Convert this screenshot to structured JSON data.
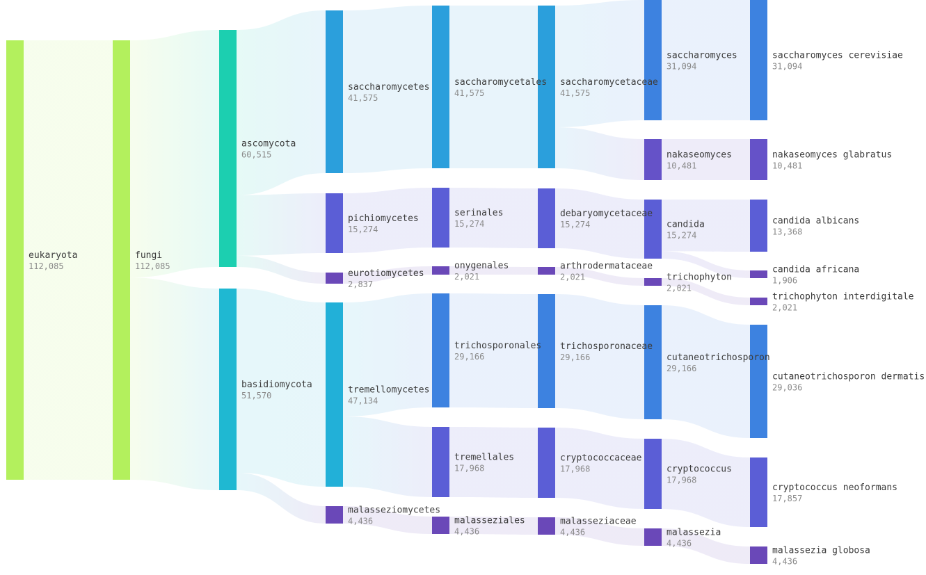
{
  "chart_data": {
    "type": "sankey",
    "nodes": [
      {
        "id": "eukaryota",
        "label": "eukaryota",
        "value": "112,085",
        "color": "#b3f05d"
      },
      {
        "id": "fungi",
        "label": "fungi",
        "value": "112,085",
        "color": "#b3f05d"
      },
      {
        "id": "ascomycota",
        "label": "ascomycota",
        "value": "60,515",
        "color": "#1ccfb0"
      },
      {
        "id": "basidiomycota",
        "label": "basidiomycota",
        "value": "51,570",
        "color": "#1fb8d2"
      },
      {
        "id": "saccharomycetes",
        "label": "saccharomycetes",
        "value": "41,575",
        "color": "#2b9fdc"
      },
      {
        "id": "pichiomycetes",
        "label": "pichiomycetes",
        "value": "15,274",
        "color": "#5b5ed6"
      },
      {
        "id": "eurotiomycetes",
        "label": "eurotiomycetes",
        "value": "2,837",
        "color": "#6a48b8"
      },
      {
        "id": "tremellomycetes",
        "label": "tremellomycetes",
        "value": "47,134",
        "color": "#22b0d8"
      },
      {
        "id": "malasseziomycetes",
        "label": "malasseziomycetes",
        "value": "4,436",
        "color": "#6a48b8"
      },
      {
        "id": "saccharomycetales",
        "label": "saccharomycetales",
        "value": "41,575",
        "color": "#2b9fdc"
      },
      {
        "id": "serinales",
        "label": "serinales",
        "value": "15,274",
        "color": "#5b5ed6"
      },
      {
        "id": "onygenales",
        "label": "onygenales",
        "value": "2,021",
        "color": "#6a48b8"
      },
      {
        "id": "trichosporonales",
        "label": "trichosporonales",
        "value": "29,166",
        "color": "#3d82e0"
      },
      {
        "id": "tremellales",
        "label": "tremellales",
        "value": "17,968",
        "color": "#5b5ed6"
      },
      {
        "id": "malasseziales",
        "label": "malasseziales",
        "value": "4,436",
        "color": "#6a48b8"
      },
      {
        "id": "saccharomycetaceae",
        "label": "saccharomycetaceae",
        "value": "41,575",
        "color": "#2b9fdc"
      },
      {
        "id": "debaryomycetaceae",
        "label": "debaryomycetaceae",
        "value": "15,274",
        "color": "#5b5ed6"
      },
      {
        "id": "arthrodermataceae",
        "label": "arthrodermataceae",
        "value": "2,021",
        "color": "#6a48b8"
      },
      {
        "id": "trichosporonaceae",
        "label": "trichosporonaceae",
        "value": "29,166",
        "color": "#3d82e0"
      },
      {
        "id": "cryptococcaceae",
        "label": "cryptococcaceae",
        "value": "17,968",
        "color": "#5b5ed6"
      },
      {
        "id": "malasseziaceae",
        "label": "malasseziaceae",
        "value": "4,436",
        "color": "#6a48b8"
      },
      {
        "id": "saccharomyces",
        "label": "saccharomyces",
        "value": "31,094",
        "color": "#3d82e0"
      },
      {
        "id": "nakaseomyces",
        "label": "nakaseomyces",
        "value": "10,481",
        "color": "#6552c8"
      },
      {
        "id": "candida",
        "label": "candida",
        "value": "15,274",
        "color": "#5b5ed6"
      },
      {
        "id": "trichophyton",
        "label": "trichophyton",
        "value": "2,021",
        "color": "#6a48b8"
      },
      {
        "id": "cutaneotrichosporon",
        "label": "cutaneotrichosporon",
        "value": "29,166",
        "color": "#3d82e0"
      },
      {
        "id": "cryptococcus",
        "label": "cryptococcus",
        "value": "17,968",
        "color": "#5b5ed6"
      },
      {
        "id": "malassezia",
        "label": "malassezia",
        "value": "4,436",
        "color": "#6a48b8"
      },
      {
        "id": "saccharomyces-cerevisiae",
        "label": "saccharomyces cerevisiae",
        "value": "31,094",
        "color": "#3d82e0"
      },
      {
        "id": "nakaseomyces-glabratus",
        "label": "nakaseomyces glabratus",
        "value": "10,481",
        "color": "#6552c8"
      },
      {
        "id": "candida-albicans",
        "label": "candida albicans",
        "value": "13,368",
        "color": "#5b5ed6"
      },
      {
        "id": "candida-africana",
        "label": "candida africana",
        "value": "1,906",
        "color": "#6a48b8"
      },
      {
        "id": "trichophyton-interdigitale",
        "label": "trichophyton interdigitale",
        "value": "2,021",
        "color": "#6a48b8"
      },
      {
        "id": "cutaneotrichosporon-dermatis",
        "label": "cutaneotrichosporon dermatis",
        "value": "29,036",
        "color": "#3d82e0"
      },
      {
        "id": "cryptococcus-neoformans",
        "label": "cryptococcus neoformans",
        "value": "17,857",
        "color": "#5b5ed6"
      },
      {
        "id": "malassezia-globosa",
        "label": "malassezia globosa",
        "value": "4,436",
        "color": "#6a48b8"
      }
    ],
    "links": [
      {
        "source": "eukaryota",
        "target": "fungi",
        "value": 112085
      },
      {
        "source": "fungi",
        "target": "ascomycota",
        "value": 60515
      },
      {
        "source": "fungi",
        "target": "basidiomycota",
        "value": 51570
      },
      {
        "source": "ascomycota",
        "target": "saccharomycetes",
        "value": 41575
      },
      {
        "source": "ascomycota",
        "target": "pichiomycetes",
        "value": 15274
      },
      {
        "source": "ascomycota",
        "target": "eurotiomycetes",
        "value": 2837
      },
      {
        "source": "basidiomycota",
        "target": "tremellomycetes",
        "value": 47134
      },
      {
        "source": "basidiomycota",
        "target": "malasseziomycetes",
        "value": 4436
      },
      {
        "source": "saccharomycetes",
        "target": "saccharomycetales",
        "value": 41575
      },
      {
        "source": "pichiomycetes",
        "target": "serinales",
        "value": 15274
      },
      {
        "source": "eurotiomycetes",
        "target": "onygenales",
        "value": 2021
      },
      {
        "source": "tremellomycetes",
        "target": "trichosporonales",
        "value": 29166
      },
      {
        "source": "tremellomycetes",
        "target": "tremellales",
        "value": 17968
      },
      {
        "source": "malasseziomycetes",
        "target": "malasseziales",
        "value": 4436
      },
      {
        "source": "saccharomycetales",
        "target": "saccharomycetaceae",
        "value": 41575
      },
      {
        "source": "serinales",
        "target": "debaryomycetaceae",
        "value": 15274
      },
      {
        "source": "onygenales",
        "target": "arthrodermataceae",
        "value": 2021
      },
      {
        "source": "trichosporonales",
        "target": "trichosporonaceae",
        "value": 29166
      },
      {
        "source": "tremellales",
        "target": "cryptococcaceae",
        "value": 17968
      },
      {
        "source": "malasseziales",
        "target": "malasseziaceae",
        "value": 4436
      },
      {
        "source": "saccharomycetaceae",
        "target": "saccharomyces",
        "value": 31094
      },
      {
        "source": "saccharomycetaceae",
        "target": "nakaseomyces",
        "value": 10481
      },
      {
        "source": "debaryomycetaceae",
        "target": "candida",
        "value": 15274
      },
      {
        "source": "arthrodermataceae",
        "target": "trichophyton",
        "value": 2021
      },
      {
        "source": "trichosporonaceae",
        "target": "cutaneotrichosporon",
        "value": 29166
      },
      {
        "source": "cryptococcaceae",
        "target": "cryptococcus",
        "value": 17968
      },
      {
        "source": "malasseziaceae",
        "target": "malassezia",
        "value": 4436
      },
      {
        "source": "saccharomyces",
        "target": "saccharomyces-cerevisiae",
        "value": 31094
      },
      {
        "source": "nakaseomyces",
        "target": "nakaseomyces-glabratus",
        "value": 10481
      },
      {
        "source": "candida",
        "target": "candida-albicans",
        "value": 13368
      },
      {
        "source": "candida",
        "target": "candida-africana",
        "value": 1906
      },
      {
        "source": "trichophyton",
        "target": "trichophyton-interdigitale",
        "value": 2021
      },
      {
        "source": "cutaneotrichosporon",
        "target": "cutaneotrichosporon-dermatis",
        "value": 29036
      },
      {
        "source": "cryptococcus",
        "target": "cryptococcus-neoformans",
        "value": 17857
      },
      {
        "source": "malassezia",
        "target": "malassezia-globosa",
        "value": 4436
      }
    ]
  }
}
